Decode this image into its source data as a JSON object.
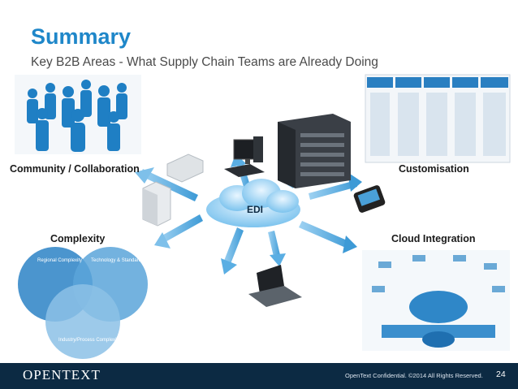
{
  "slide": {
    "title": "Summary",
    "subtitle": "Key B2B Areas - What Supply Chain Teams are Already Doing"
  },
  "labels": {
    "community": "Community / Collaboration",
    "customisation": "Customisation",
    "complexity": "Complexity",
    "cloud": "Cloud Integration",
    "edi": "EDI"
  },
  "venn": {
    "top_left": "Regional Complexity",
    "top_right": "Technology & Standards Complexity",
    "bottom": "Industry/Process Complexity"
  },
  "footer": {
    "logo": "OPENTEXT",
    "confidential": "OpenText Confidential. ©2014 All Rights Reserved.",
    "page": "24"
  },
  "colors": {
    "accent": "#1f87c9",
    "footer_bg": "#0c2a43"
  }
}
